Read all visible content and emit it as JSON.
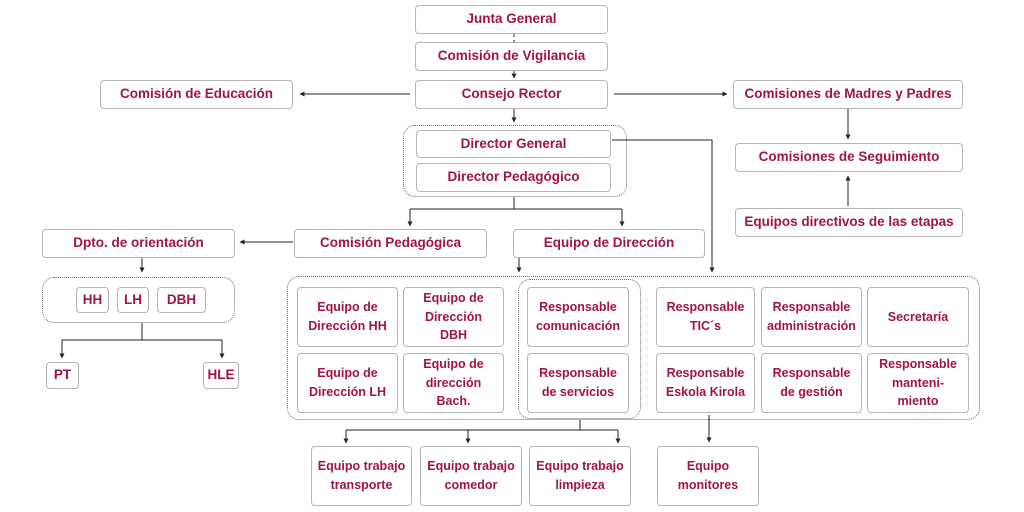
{
  "colors": {
    "text": "#a3153f",
    "line": "#222222",
    "box_border": "#b5b5b5"
  },
  "nodes": {
    "junta_general": "Junta General",
    "comision_vigilancia": "Comisión de Vigilancia",
    "comision_educacion": "Comisión de Educación",
    "consejo_rector": "Consejo Rector",
    "comisiones_madres_padres": "Comisiones de Madres y Padres",
    "director_general": "Director General",
    "director_pedagogico": "Director Pedagógico",
    "comisiones_seguimiento": "Comisiones de Seguimiento",
    "equipos_directivos_etapas": "Equipos directivos de las etapas",
    "dpto_orientacion": "Dpto. de orientación",
    "comision_pedagogica": "Comisión Pedagógica",
    "equipo_direccion": "Equipo de Dirección",
    "hh": "HH",
    "lh": "LH",
    "dbh": "DBH",
    "pt": "PT",
    "hle": "HLE",
    "equipo_direccion_hh": "Equipo de\nDirección HH",
    "equipo_direccion_dbh": "Equipo de\nDirección\nDBH",
    "equipo_direccion_lh": "Equipo de\nDirección LH",
    "equipo_direccion_bach": "Equipo de\ndirección\nBach.",
    "responsable_comunicacion": "Responsable\ncomunicación",
    "responsable_servicios": "Responsable\nde servicios",
    "responsable_tics": "Responsable\nTIC´s",
    "responsable_administracion": "Responsable\nadministración",
    "secretaria": "Secretaría",
    "responsable_eskola_kirola": "Responsable\nEskola Kirola",
    "responsable_gestion": "Responsable\nde gestión",
    "responsable_mantenimiento": "Responsable\nmanteni-\nmiento",
    "equipo_transporte": "Equipo trabajo\ntransporte",
    "equipo_comedor": "Equipo trabajo\ncomedor",
    "equipo_limpieza": "Equipo trabajo\nlimpieza",
    "equipo_monitores": "Equipo\nmonitores"
  }
}
